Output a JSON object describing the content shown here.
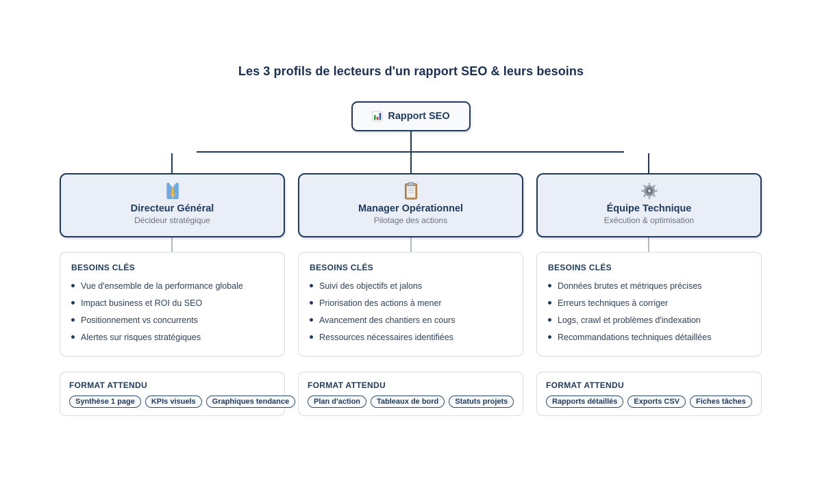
{
  "title": "Les 3 profils de lecteurs d'un rapport SEO & leurs besoins",
  "root": {
    "label": "Rapport SEO",
    "icon": "bar-chart-icon"
  },
  "columns": [
    {
      "profile": {
        "icon": "necktie-icon",
        "title": "Directeur Général",
        "subtitle": "Décideur stratégique"
      },
      "besoins": {
        "heading": "BESOINS CLÉS",
        "items": [
          "Vue d'ensemble de la performance globale",
          "Impact business et ROI du SEO",
          "Positionnement vs concurrents",
          "Alertes sur risques stratégiques"
        ]
      },
      "format": {
        "heading": "FORMAT ATTENDU",
        "tags": [
          "Synthèse 1 page",
          "KPIs visuels",
          "Graphiques tendance"
        ]
      }
    },
    {
      "profile": {
        "icon": "clipboard-icon",
        "title": "Manager Opérationnel",
        "subtitle": "Pilotage des actions"
      },
      "besoins": {
        "heading": "BESOINS CLÉS",
        "items": [
          "Suivi des objectifs et jalons",
          "Priorisation des actions à mener",
          "Avancement des chantiers en cours",
          "Ressources nécessaires identifiées"
        ]
      },
      "format": {
        "heading": "FORMAT ATTENDU",
        "tags": [
          "Plan d'action",
          "Tableaux de bord",
          "Statuts projets"
        ]
      }
    },
    {
      "profile": {
        "icon": "gear-icon",
        "title": "Équipe Technique",
        "subtitle": "Exécution & optimisation"
      },
      "besoins": {
        "heading": "BESOINS CLÉS",
        "items": [
          "Données brutes et métriques précises",
          "Erreurs techniques à corriger",
          "Logs, crawl et problèmes d'indexation",
          "Recommandations techniques détaillées"
        ]
      },
      "format": {
        "heading": "FORMAT ATTENDU",
        "tags": [
          "Rapports détaillés",
          "Exports CSV",
          "Fiches tâches"
        ]
      }
    }
  ],
  "colors": {
    "navy": "#1e3a5f",
    "title_text": "#1a2f55",
    "profile_card_bg": "#eaeef6",
    "card_border": "#d7dce3",
    "subtitle_gray": "#6b7280",
    "connector_gray": "#b0bac4",
    "pill_bg": "#f8fafc",
    "bullet_text": "#2e415f"
  }
}
